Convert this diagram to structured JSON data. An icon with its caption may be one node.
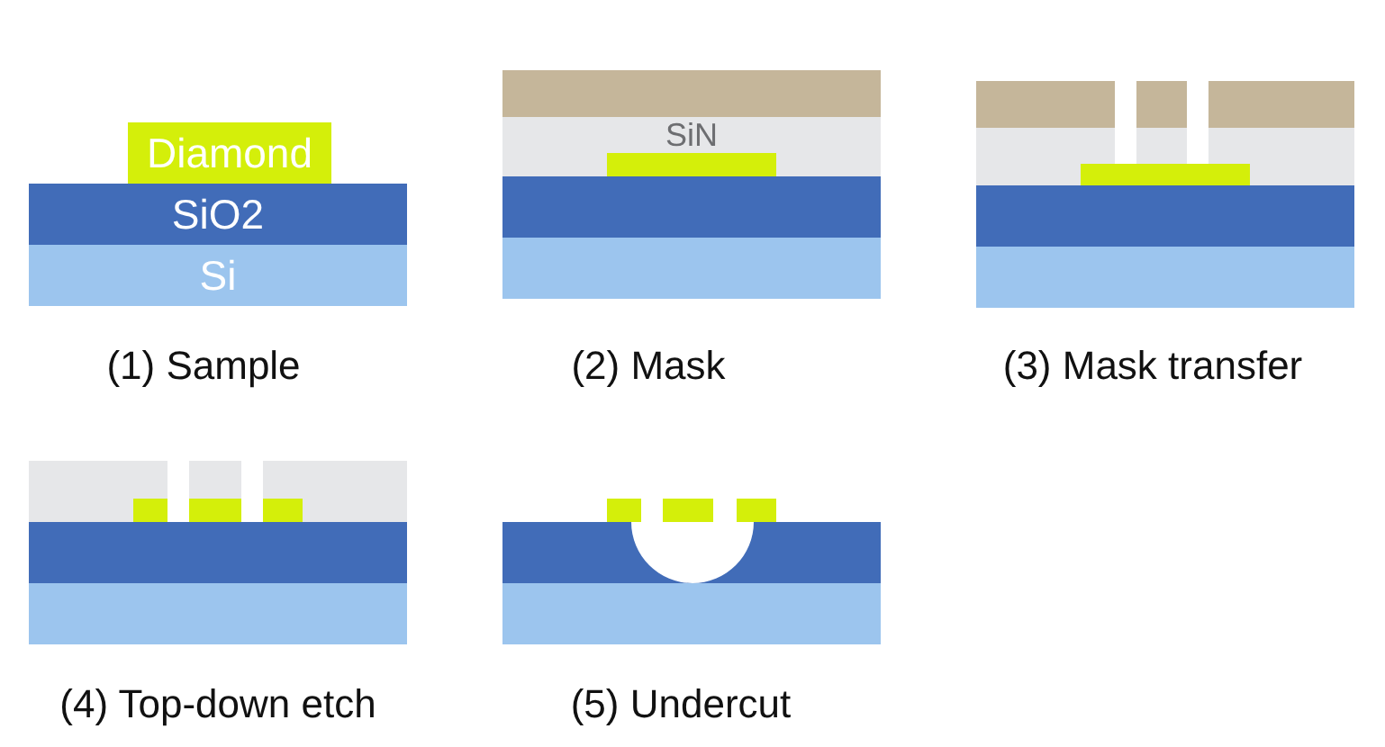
{
  "diagram": {
    "nodes": [
      {
        "text": [
          "Diamond"
        ]
      },
      {
        "text": [
          "SiO2"
        ]
      },
      {
        "text": [
          "Si"
        ]
      },
      {
        "text": [],
        "shape": "bar"
      },
      {
        "text": [
          "SiN"
        ]
      },
      {
        "text": [],
        "shape": "bar",
        "in": 4
      },
      {
        "text": [],
        "shape": "bar"
      },
      {
        "text": [],
        "shape": "bar"
      },
      {
        "text": [],
        "shape": "bar"
      },
      {
        "text": [],
        "shape": "bar"
      },
      {
        "text": [],
        "shape": "bar",
        "in": 9
      },
      {
        "text": [],
        "shape": "bar"
      },
      {
        "text": [],
        "shape": "bar"
      },
      {
        "text": [],
        "shape": "bar"
      },
      {
        "text": [],
        "shape": "bar",
        "in": 13
      },
      {
        "text": [],
        "shape": "bar"
      },
      {
        "text": [],
        "shape": "bar"
      },
      {
        "text": [],
        "shape": "bar"
      },
      {
        "text": [],
        "shape": "bar"
      },
      {
        "text": [],
        "shape": "bar"
      }
    ],
    "labels": [
      "(1) Sample",
      "(2) Mask",
      "(3) Mask transfer",
      "(4) Top-down etch",
      "(5) Undercut"
    ]
  }
}
